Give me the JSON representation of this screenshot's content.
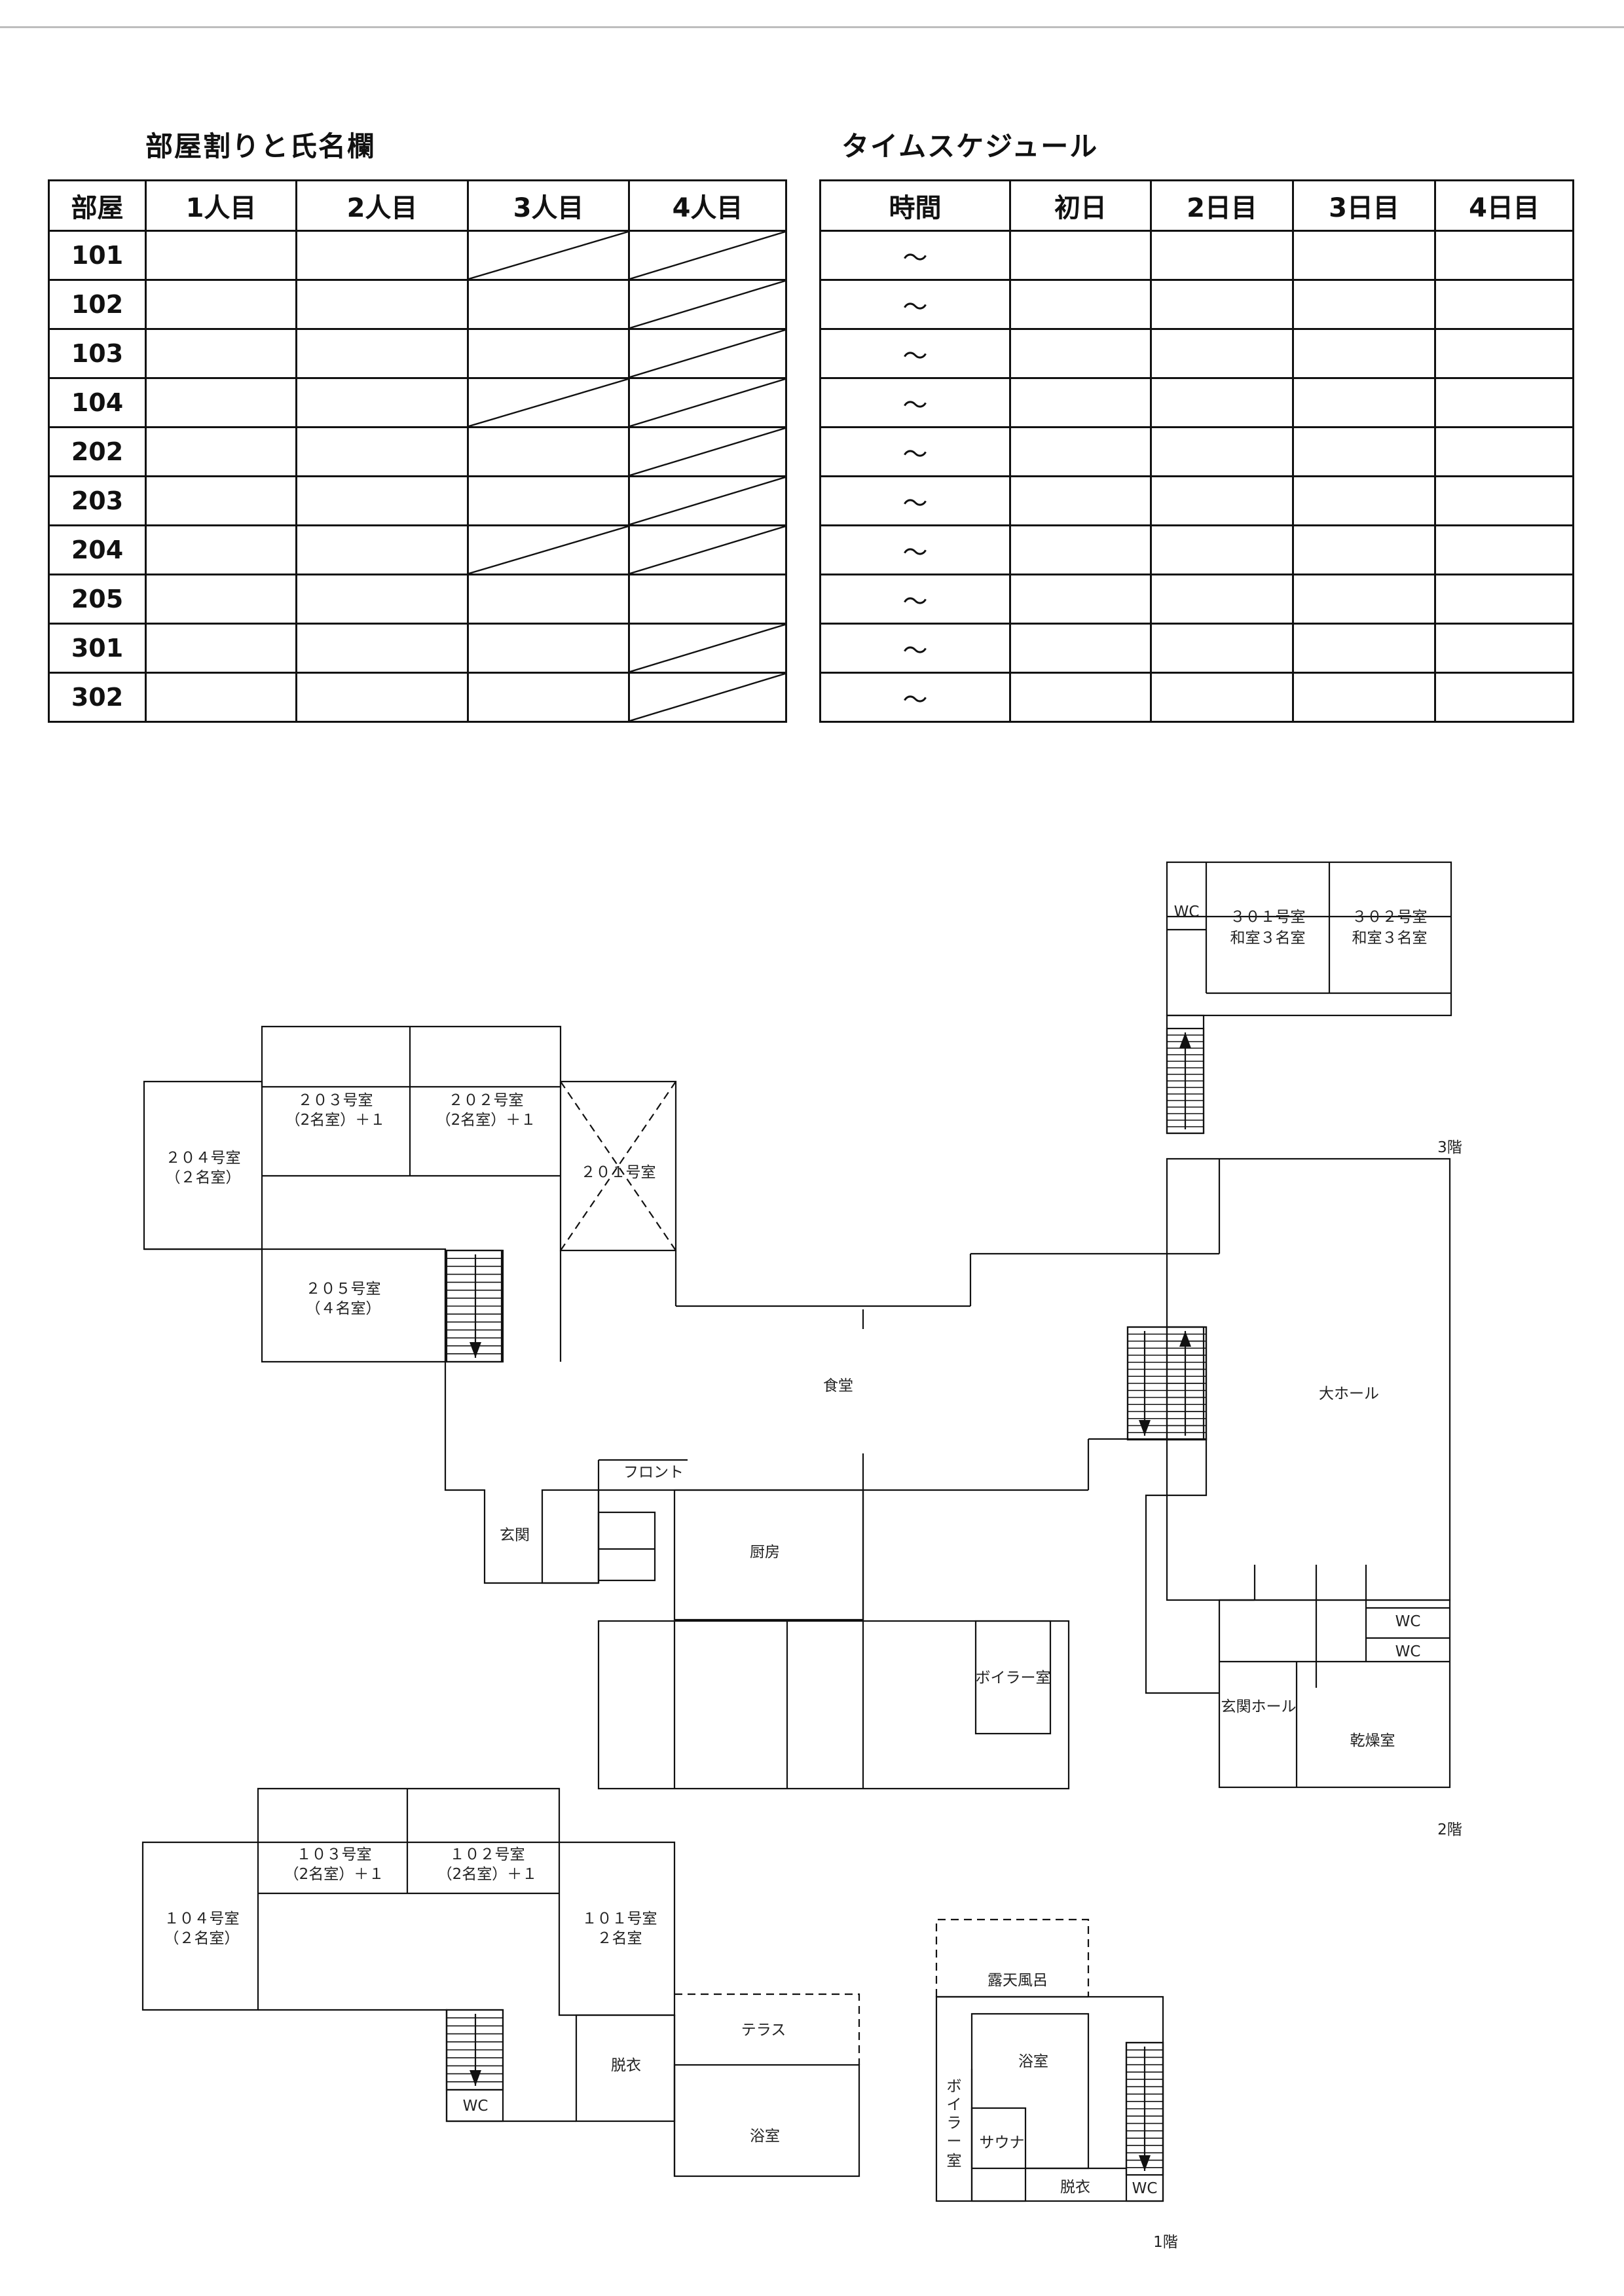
{
  "room_table": {
    "title": "部屋割りと氏名欄",
    "headers": [
      "部屋",
      "1人目",
      "2人目",
      "3人目",
      "4人目"
    ],
    "rows": [
      "101",
      "102",
      "103",
      "104",
      "202",
      "203",
      "204",
      "205",
      "301",
      "302"
    ]
  },
  "schedule_table": {
    "title": "タイムスケジュール",
    "headers": [
      "時間",
      "初日",
      "2日目",
      "3日目",
      "4日目"
    ],
    "time_mark": "～",
    "row_count": 10
  },
  "floorplan": {
    "floors": [
      "3階",
      "2階",
      "1階"
    ],
    "rooms": {
      "wc": "WC",
      "r301_a": "３０１号室",
      "r301_b": "和室３名室",
      "r302_a": "３０２号室",
      "r302_b": "和室３名室",
      "r203_a": "２０３号室",
      "r203_b": "（2名室）＋１",
      "r202_a": "２０２号室",
      "r202_b": "（2名室）＋１",
      "r204_a": "２０４号室",
      "r204_b": "（２名室）",
      "r201": "２０１号室",
      "r205_a": "２０５号室",
      "r205_b": "（４名室）",
      "dining": "食堂",
      "hall": "大ホール",
      "front": "フロント",
      "genkan": "玄関",
      "kitchen": "厨房",
      "boiler": "ボイラー室",
      "genkan_hall": "玄関ホール",
      "drying": "乾燥室",
      "r103_a": "１０３号室",
      "r103_b": "（2名室）＋１",
      "r102_a": "１０２号室",
      "r102_b": "（2名室）＋１",
      "r104_a": "１０４号室",
      "r104_b": "（２名室）",
      "r101_a": "１０１号室",
      "r101_b": "２名室",
      "terrace": "テラス",
      "changing": "脱衣",
      "bath": "浴室",
      "rotenburo": "露天風呂",
      "boiler_v": [
        "ボ",
        "イ",
        "ラ",
        "ー",
        "室"
      ],
      "sauna": "サウナ"
    }
  }
}
